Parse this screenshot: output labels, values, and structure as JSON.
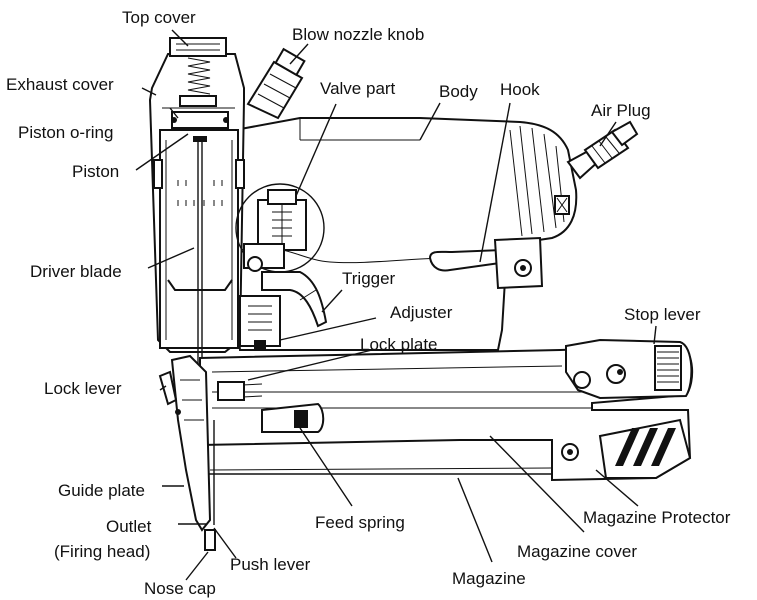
{
  "labels": {
    "top_cover": "Top cover",
    "blow_nozzle_knob": "Blow nozzle knob",
    "exhaust_cover": "Exhaust cover",
    "valve_part": "Valve part",
    "body": "Body",
    "hook": "Hook",
    "air_plug": "Air Plug",
    "piston_o_ring": "Piston o-ring",
    "piston": "Piston",
    "driver_blade": "Driver blade",
    "trigger": "Trigger",
    "adjuster": "Adjuster",
    "stop_lever": "Stop lever",
    "lock_plate": "Lock plate",
    "lock_lever": "Lock lever",
    "guide_plate": "Guide plate",
    "feed_spring": "Feed spring",
    "magazine_protector": "Magazine Protector",
    "outlet": "Outlet",
    "firing_head": "(Firing head)",
    "magazine_cover": "Magazine cover",
    "push_lever": "Push lever",
    "nose_cap": "Nose cap",
    "magazine": "Magazine"
  }
}
